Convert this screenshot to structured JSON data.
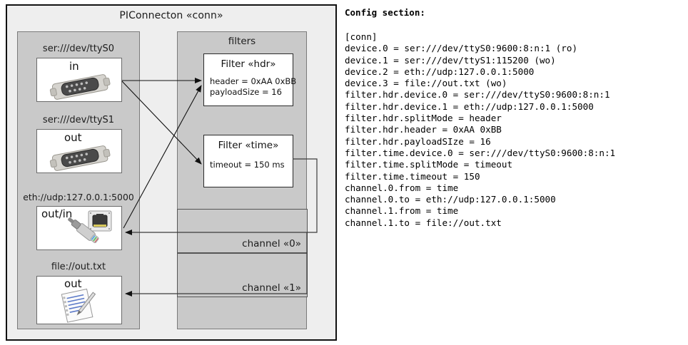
{
  "diagram": {
    "title": "PIConnecton «conn»",
    "devices_panel": {
      "devices": [
        {
          "label": "ser:///dev/ttyS0",
          "tag": "in",
          "icon": "serial-port-icon"
        },
        {
          "label": "ser:///dev/ttyS1",
          "tag": "out",
          "icon": "serial-port-icon"
        },
        {
          "label": "eth://udp:127.0.0.1:5000",
          "tag": "out/in",
          "icon": "ethernet-icon"
        },
        {
          "label": "file://out.txt",
          "tag": "out",
          "icon": "file-text-icon"
        }
      ]
    },
    "filters_panel": {
      "title": "filters",
      "filters": [
        {
          "title": "Filter «hdr»",
          "attrs": [
            "header = 0xAA 0xBB",
            "payloadSize = 16"
          ]
        },
        {
          "title": "Filter «time»",
          "attrs": [
            "timeout = 150 ms"
          ]
        }
      ],
      "channels": [
        {
          "label": "channel «0»"
        },
        {
          "label": "channel «1»"
        }
      ]
    }
  },
  "config": {
    "heading": "Config section:",
    "text": "[conn]\ndevice.0 = ser:///dev/ttyS0:9600:8:n:1 (ro)\ndevice.1 = ser:///dev/ttyS1:115200 (wo)\ndevice.2 = eth://udp:127.0.0.1:5000\ndevice.3 = file://out.txt (wo)\nfilter.hdr.device.0 = ser:///dev/ttyS0:9600:8:n:1\nfilter.hdr.device.1 = eth://udp:127.0.0.1:5000\nfilter.hdr.splitMode = header\nfilter.hdr.header = 0xAA 0xBB\nfilter.hdr.payloadSIze = 16\nfilter.time.device.0 = ser:///dev/ttyS0:9600:8:n:1\nfilter.time.splitMode = timeout\nfilter.time.timeout = 150\nchannel.0.from = time\nchannel.0.to = eth://udp:127.0.0.1:5000\nchannel.1.from = time\nchannel.1.to = file://out.txt"
  },
  "colors": {
    "canvas": "#eeeeee",
    "panel": "#c9c9c9",
    "box": "#ffffff",
    "outline": "#111111"
  }
}
